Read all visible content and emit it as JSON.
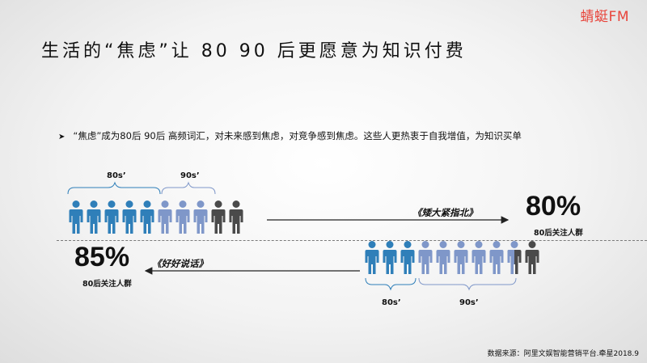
{
  "logo": "蜻蜓FM",
  "title": "生活的“焦虑”让 80 90 后更愿意为知识付费",
  "bullet": {
    "marker": "➤",
    "text": "“焦虑”成为80后 90后 高频词汇，对未来感到焦虑，对竞争感到焦虑。这些人更热衷于自我增值，为知识买单"
  },
  "top_group": {
    "label_80s": "80s’",
    "label_90s": "90s’",
    "book": "《矮大紧指北》",
    "percent": "80%",
    "caption": "80后关注人群",
    "icons": {
      "dark_blue": 5,
      "light_blue": 3,
      "gray": 2
    }
  },
  "bottom_group": {
    "label_80s": "80s’",
    "label_90s": "90s’",
    "book": "《好好说话》",
    "percent": "85%",
    "caption": "80后关注人群",
    "icons": {
      "dark_blue": 3,
      "light_blue": 5,
      "split": 1,
      "gray": 1
    }
  },
  "colors": {
    "dark_blue": "#2f7fb9",
    "light_blue": "#7f97c9",
    "gray": "#4a4a4a",
    "logo_red": "#e8453c"
  },
  "source": "数据来源：阿里文娱智能营销平台.牵星2018.9"
}
